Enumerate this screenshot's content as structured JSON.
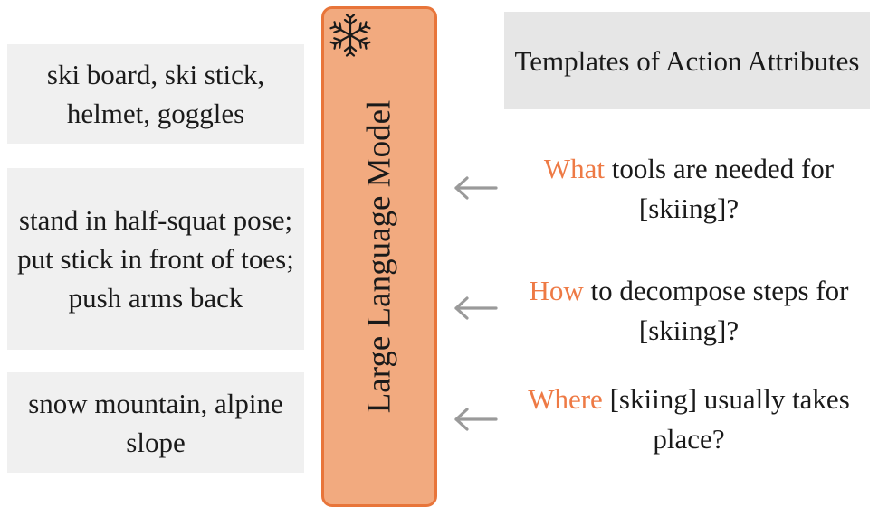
{
  "outputs": [
    {
      "text": "ski board, ski stick, helmet, goggles"
    },
    {
      "text": "stand in half-squat pose; put stick in front of toes; push arms back"
    },
    {
      "text": "snow mountain, alpine slope"
    }
  ],
  "model": {
    "label": "Large Language Model",
    "icon": "snowflake-icon"
  },
  "templates": {
    "header": "Templates of Action Attributes",
    "questions": [
      {
        "keyword": "What",
        "rest": " tools are needed for [skiing]?"
      },
      {
        "keyword": "How",
        "rest": " to decompose steps for [skiing]?"
      },
      {
        "keyword": "Where",
        "rest": " [skiing] usually takes place?"
      }
    ]
  },
  "colors": {
    "accent": "#ee7a45",
    "model_fill": "#f2aa7f",
    "model_border": "#e8753a",
    "box_gray": "#f0f0f0",
    "arrow_gray": "#9a9a9a"
  }
}
